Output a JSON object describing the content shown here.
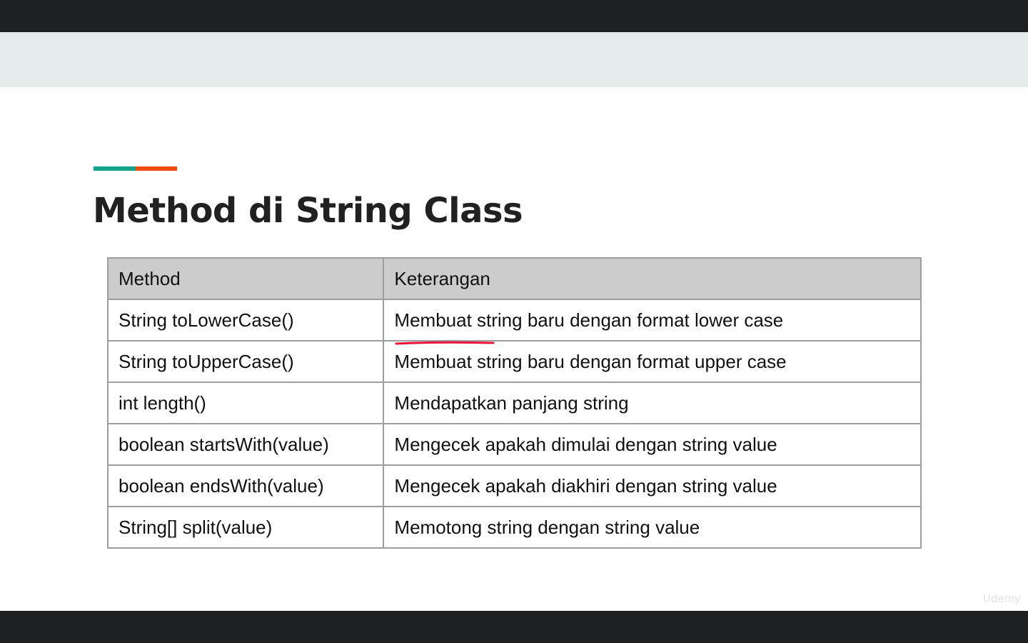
{
  "slide": {
    "title": "Method di String Class",
    "accent_colors": {
      "teal": "#14a38b",
      "orange": "#ef4a0f"
    },
    "annotation_color": "#e8143a"
  },
  "table": {
    "headers": [
      "Method",
      "Keterangan"
    ],
    "rows": [
      [
        "String toLowerCase()",
        "Membuat string baru dengan format lower case"
      ],
      [
        "String toUpperCase()",
        "Membuat string baru dengan format upper case"
      ],
      [
        "int length()",
        "Mendapatkan panjang string"
      ],
      [
        "boolean startsWith(value)",
        "Mengecek apakah dimulai dengan string value"
      ],
      [
        "boolean endsWith(value)",
        "Mengecek apakah diakhiri dengan string value"
      ],
      [
        "String[] split(value)",
        "Memotong string dengan string value"
      ]
    ]
  },
  "watermark": "Udemy"
}
